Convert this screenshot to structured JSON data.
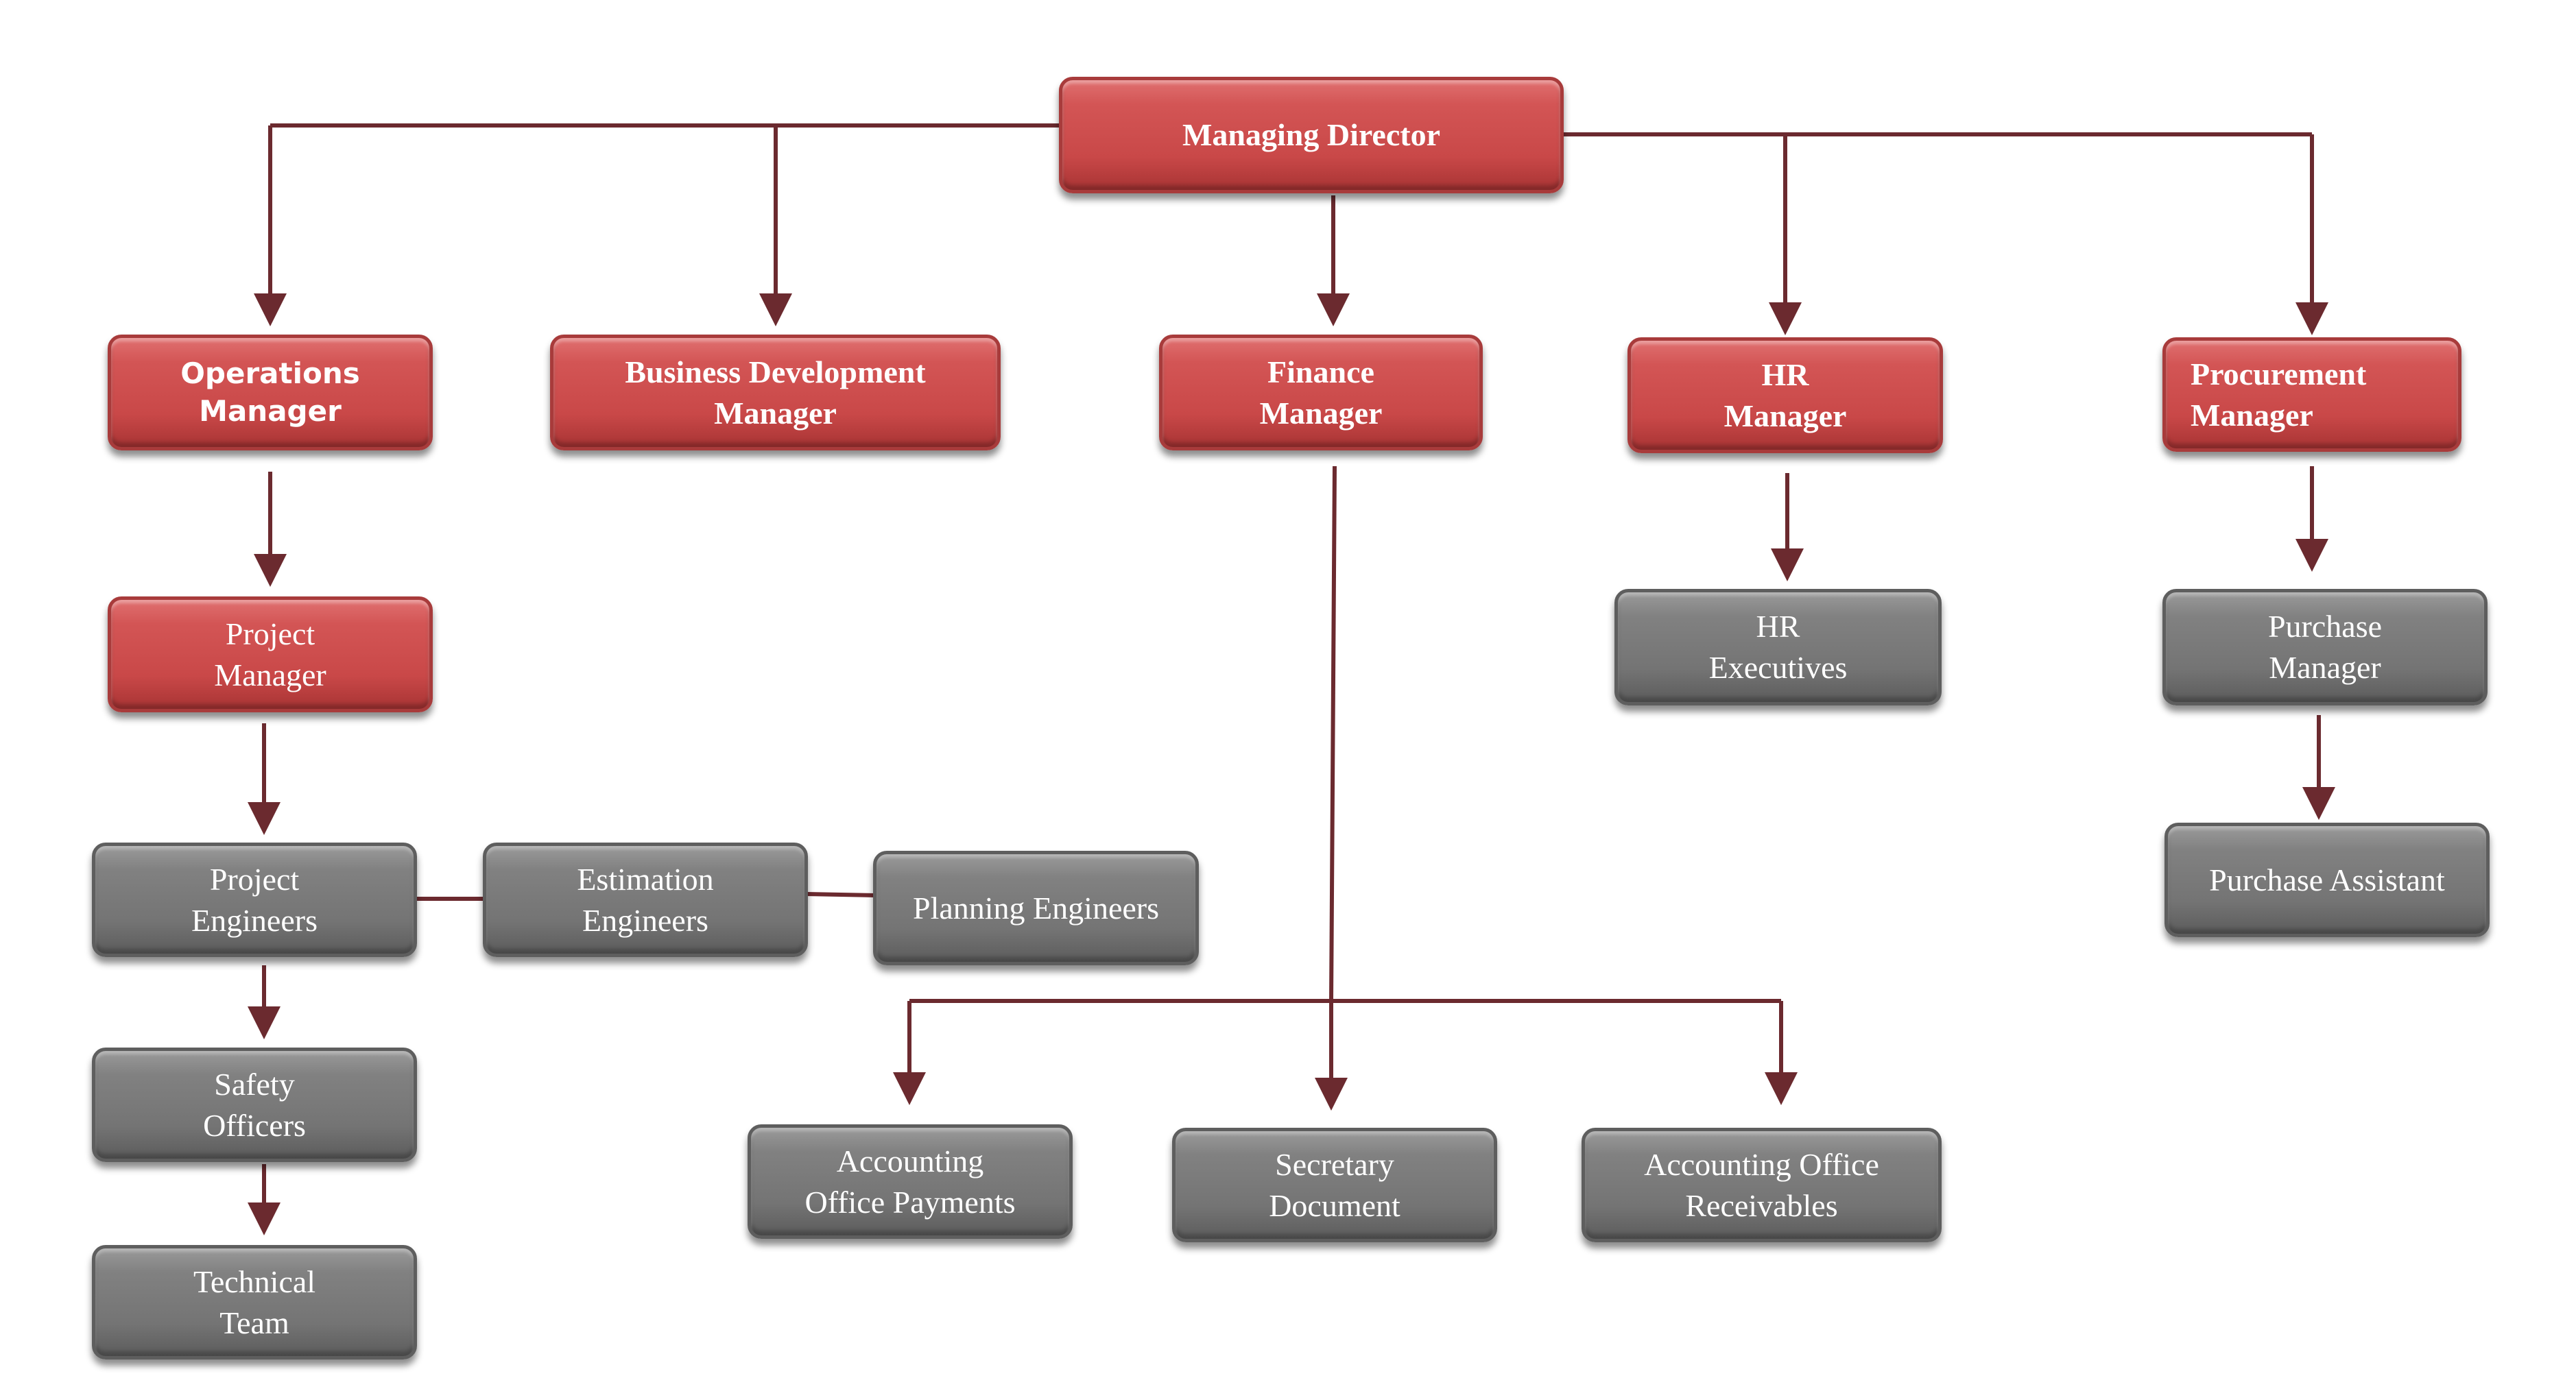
{
  "nodes": {
    "managing_director": "Managing Director",
    "operations_manager": "Operations\nManager",
    "business_development_manager": "Business Development\nManager",
    "finance_manager": "Finance\nManager",
    "hr_manager": "HR\nManager",
    "procurement_manager": "Procurement\nManager",
    "project_manager": "Project\nManager",
    "hr_executives": "HR\nExecutives",
    "purchase_manager": "Purchase\nManager",
    "project_engineers": "Project\nEngineers",
    "estimation_engineers": "Estimation\nEngineers",
    "planning_engineers": "Planning  Engineers",
    "purchase_assistant": "Purchase Assistant",
    "safety_officers": "Safety\nOfficers",
    "technical_team": "Technical\nTeam",
    "accounting_office_payments": "Accounting\nOffice Payments",
    "secretary_document": "Secretary\nDocument",
    "accounting_office_receivables": "Accounting Office\nReceivables"
  },
  "colors": {
    "manager_box": "#c94848",
    "staff_box": "#777777",
    "connector": "#6b2a2f"
  }
}
